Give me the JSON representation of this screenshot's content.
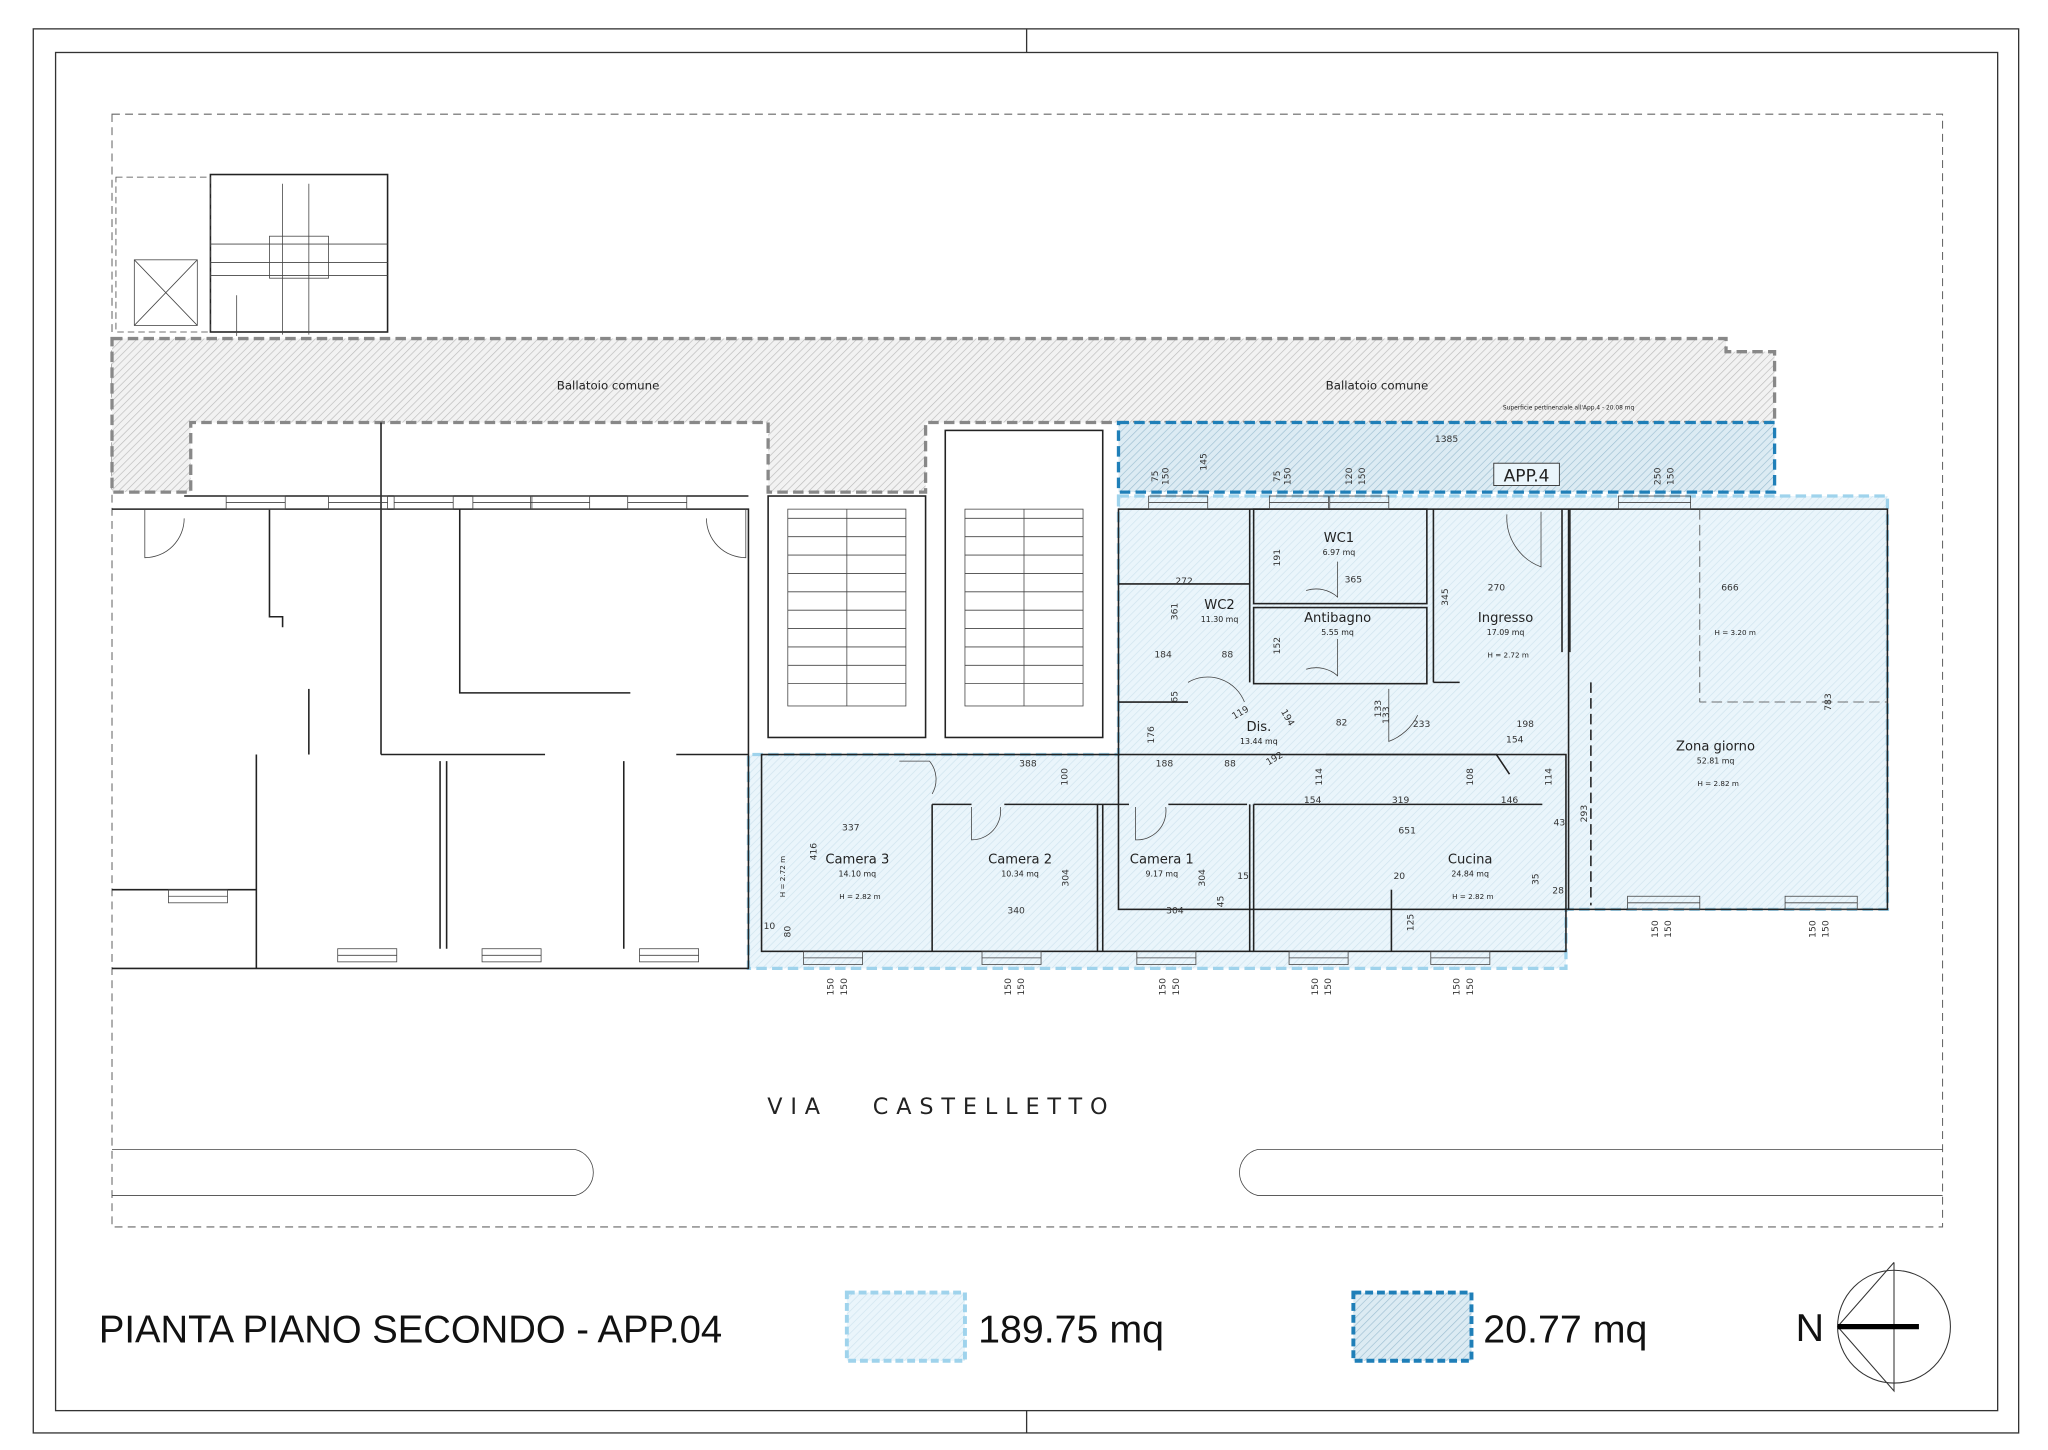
{
  "colors": {
    "apartment": "#9fd3ec",
    "pertinence": "#1f7fb8",
    "common": "#888888",
    "fill": "#e8f4fa"
  },
  "plan": {
    "common_areas": [
      "Ballatoio comune",
      "Ballatoio comune"
    ],
    "pertinence_note": "Superficie pertinenziale all'App.4 - 20.08 mq",
    "apartment_tag": "APP.4",
    "street": "VIA   CASTELLETTO",
    "rooms": [
      {
        "name": "WC1",
        "area": "6.97 mq",
        "height": ""
      },
      {
        "name": "WC2",
        "area": "11.30 mq",
        "height": ""
      },
      {
        "name": "Antibagno",
        "area": "5.55 mq",
        "height": ""
      },
      {
        "name": "Ingresso",
        "area": "17.09 mq",
        "height": "H = 2.72 m"
      },
      {
        "name": "Zona giorno",
        "area": "52.81 mq",
        "height": "H = 2.82 m"
      },
      {
        "name": "Dis.",
        "area": "13.44 mq",
        "height": ""
      },
      {
        "name": "Camera 3",
        "area": "14.10 mq",
        "height": "H = 2.82 m"
      },
      {
        "name": "Camera 2",
        "area": "10.34 mq",
        "height": ""
      },
      {
        "name": "Camera 1",
        "area": "9.17 mq",
        "height": ""
      },
      {
        "name": "Cucina",
        "area": "24.84 mq",
        "height": "H = 2.82 m"
      }
    ],
    "extra_heights": [
      "H = 3.20 m",
      "H = 2.72 m"
    ],
    "dimensions": [
      "1385",
      "145",
      "75",
      "150",
      "75",
      "150",
      "120",
      "150",
      "250",
      "150",
      "272",
      "365",
      "270",
      "666",
      "361",
      "191",
      "184",
      "88",
      "152",
      "345",
      "65",
      "176",
      "119",
      "194",
      "192",
      "82",
      "133",
      "133",
      "233",
      "198",
      "154",
      "388",
      "188",
      "88",
      "100",
      "337",
      "416",
      "304",
      "340",
      "304",
      "304",
      "15",
      "45",
      "651",
      "319",
      "154",
      "146",
      "114",
      "108",
      "114",
      "43",
      "293",
      "28",
      "35",
      "20",
      "125",
      "10",
      "80",
      "783",
      "150",
      "150",
      "150",
      "150",
      "150",
      "150",
      "150",
      "150",
      "150",
      "150",
      "150",
      "150",
      "150",
      "150"
    ]
  },
  "legend": {
    "title": "PIANTA PIANO SECONDO - APP.04",
    "apartment_area": "189.75 mq",
    "pertinence_area": "20.77 mq",
    "north": "N"
  }
}
